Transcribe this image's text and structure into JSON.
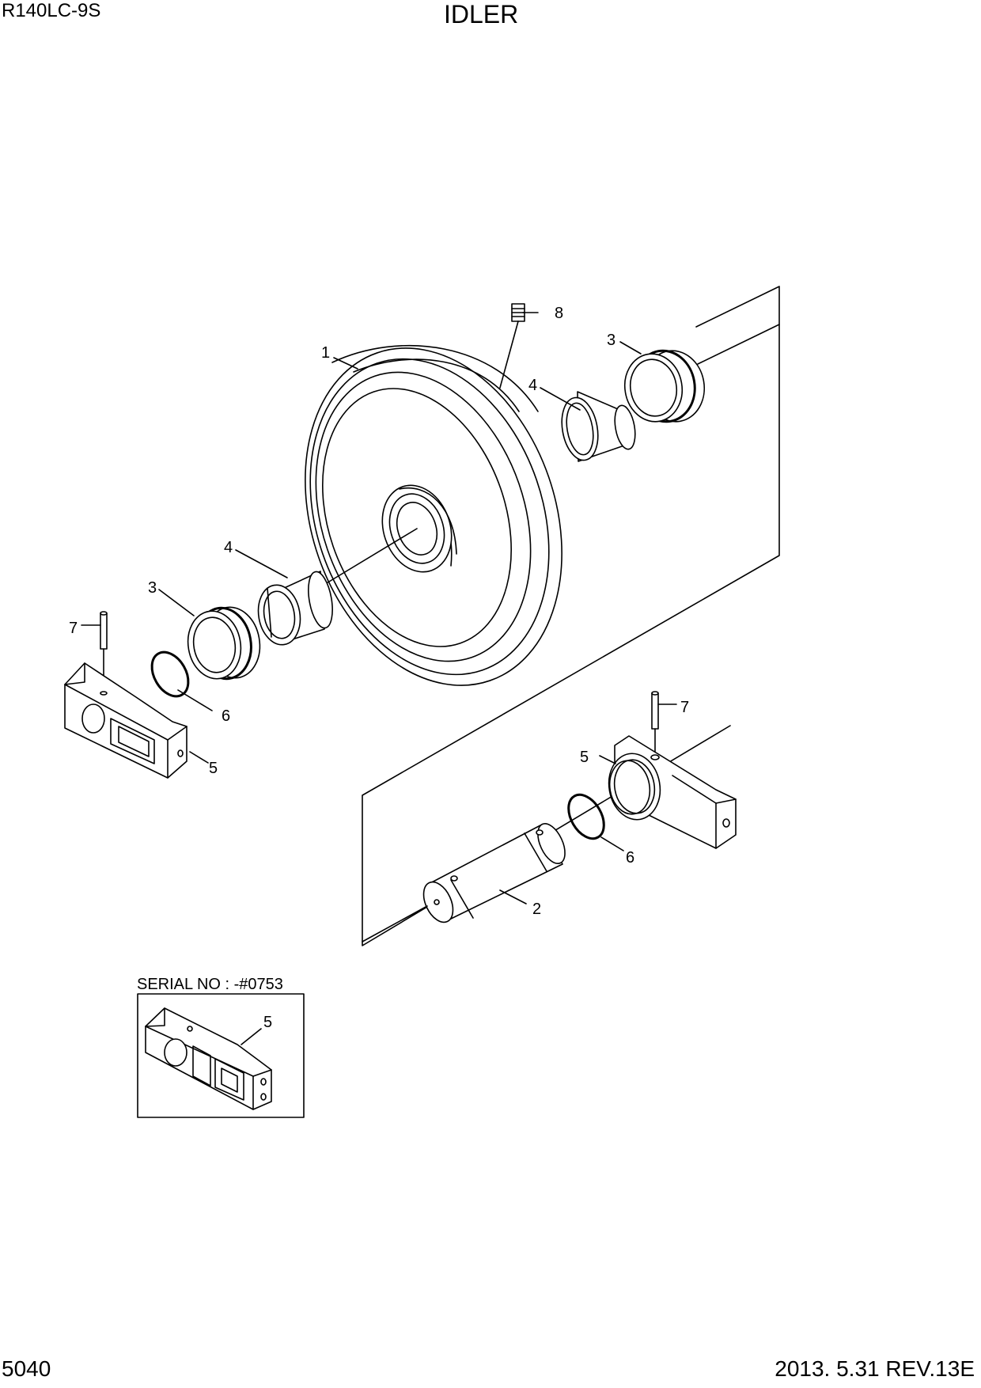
{
  "header": {
    "model": "R140LC-9S",
    "title": "IDLER"
  },
  "footer": {
    "page_number": "5040",
    "revision": "2013. 5.31  REV.13E"
  },
  "inset": {
    "caption": "SERIAL NO : -#0753",
    "callout": "5"
  },
  "callouts": {
    "idler": "1",
    "shaft": "2",
    "seal_left": "3",
    "seal_right": "3",
    "bushing_left": "4",
    "bushing_right": "4",
    "bracket_left": "5",
    "bracket_right": "5",
    "o_ring_left": "6",
    "o_ring_right": "6",
    "pin_left": "7",
    "pin_right": "7",
    "plug": "8"
  }
}
